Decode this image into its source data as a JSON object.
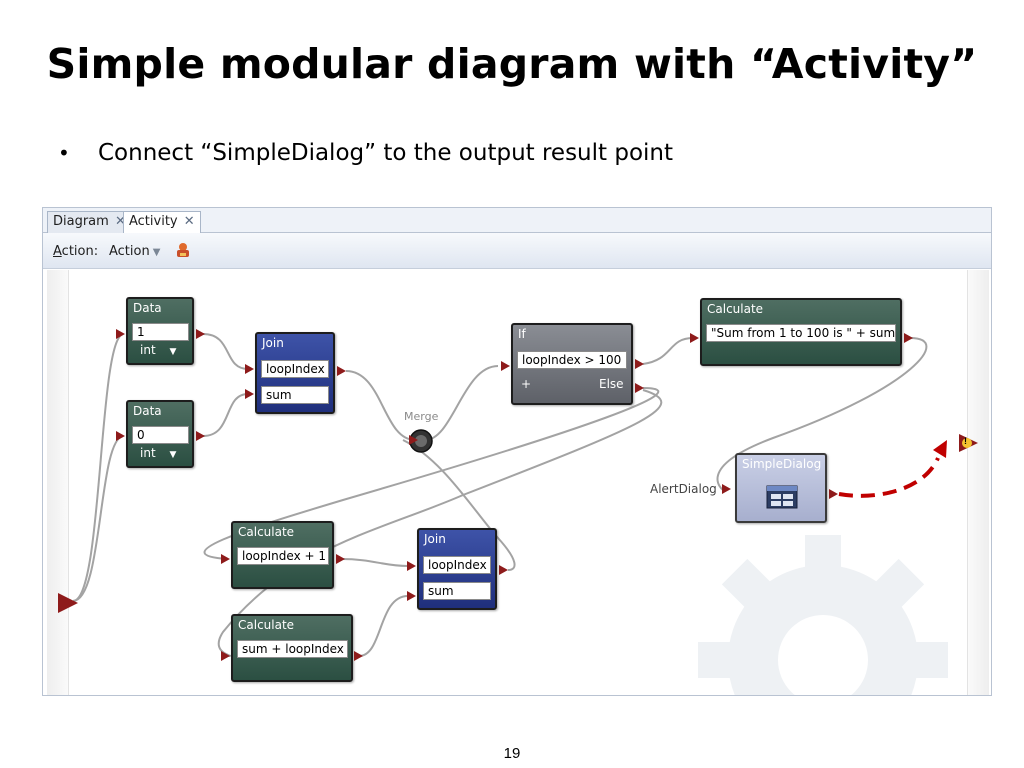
{
  "slide": {
    "title": "Simple modular diagram with “Activity”",
    "bullet": "Connect “SimpleDialog” to the output result point",
    "bullet_marker": "•",
    "page_number": "19"
  },
  "tabs": [
    {
      "label": "Diagram",
      "close": "✕"
    },
    {
      "label": "Activity",
      "close": "✕"
    }
  ],
  "toolbar": {
    "action_label_underlined": "A",
    "action_label_rest": "ction:",
    "action_dropdown": "Action",
    "caret": "▼",
    "icon": "run-icon"
  },
  "nodes": {
    "data1": {
      "title": "Data",
      "value": "1",
      "type": "int",
      "caret": "▼"
    },
    "data0": {
      "title": "Data",
      "value": "0",
      "type": "int",
      "caret": "▼"
    },
    "join1": {
      "title": "Join",
      "field1": "loopIndex",
      "field2": "sum"
    },
    "if": {
      "title": "If",
      "condition": "loopIndex > 100",
      "plus": "+",
      "else": "Else"
    },
    "calc_sum": {
      "title": "Calculate",
      "expression": "\"Sum from 1 to 100 is \" + sum"
    },
    "merge": {
      "label": "Merge"
    },
    "simple_dialog": {
      "title": "SimpleDialog",
      "input_label": "AlertDialog"
    },
    "calc_inc": {
      "title": "Calculate",
      "expression": "loopIndex + 1"
    },
    "join2": {
      "title": "Join",
      "field1": "loopIndex",
      "field2": "sum"
    },
    "calc_add": {
      "title": "Calculate",
      "expression": "sum + loopIndex"
    },
    "output_marker": "!"
  },
  "colors": {
    "port": "#8e1b1b",
    "arrow": "#c00000",
    "node_green": "#2b4f42",
    "node_blue": "#1f2f7c"
  }
}
